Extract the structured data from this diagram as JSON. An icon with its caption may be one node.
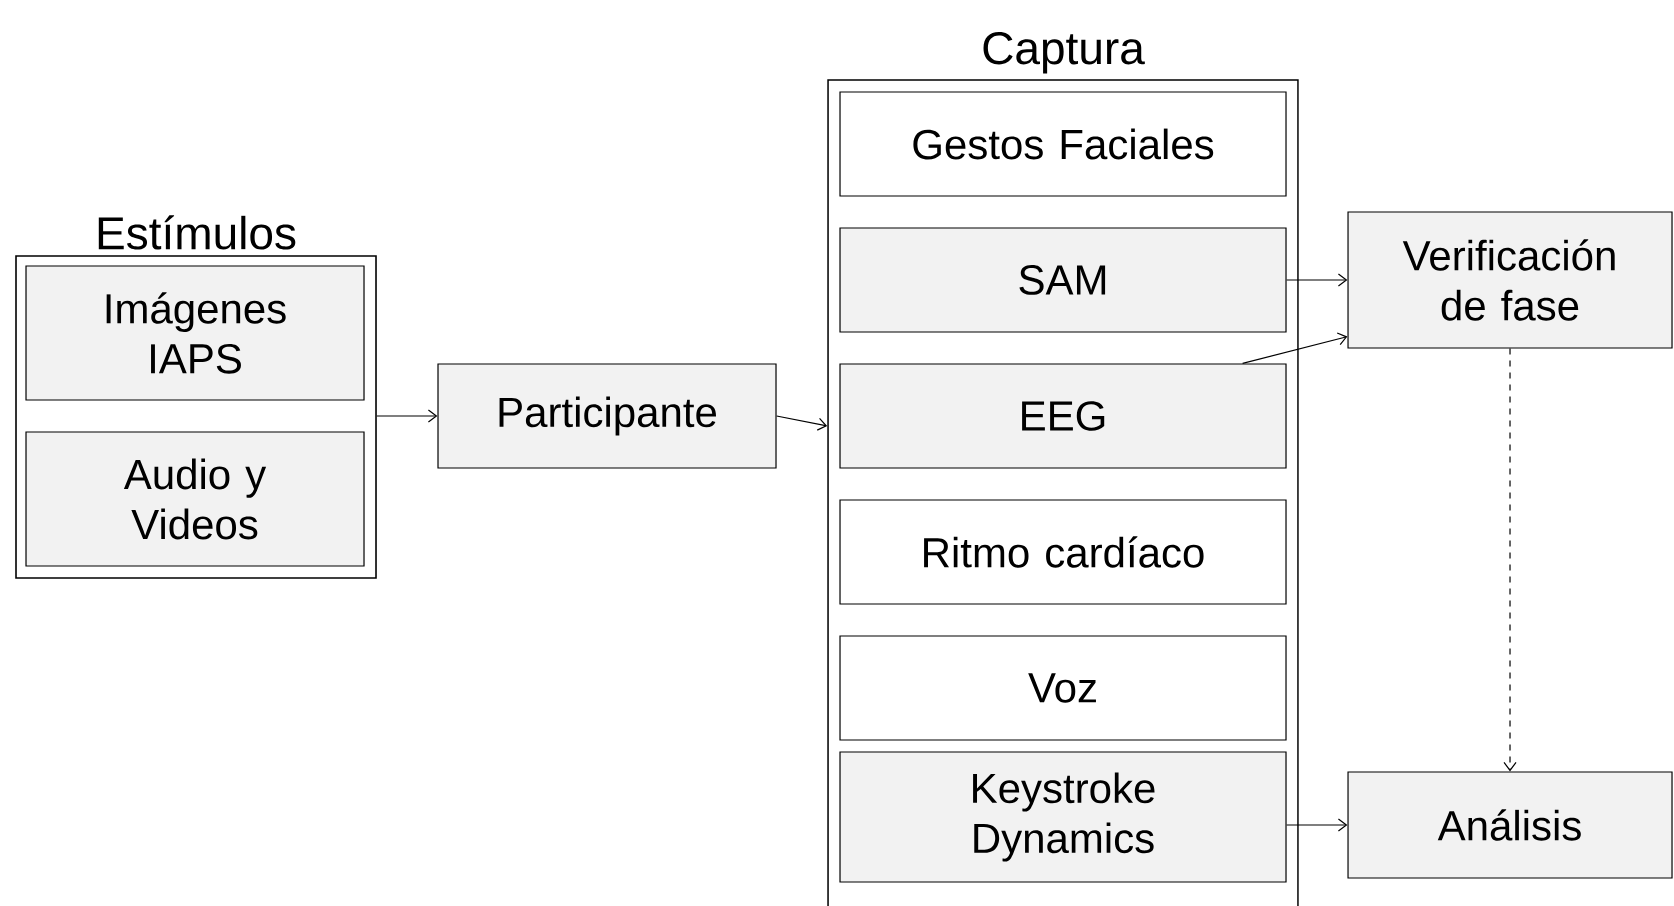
{
  "diagram": {
    "nodes": [
      {
        "text": [
          "Estímulos"
        ]
      },
      {
        "text": [
          "Imágenes IAPS"
        ],
        "in": 0
      },
      {
        "text": [
          "Audio y Videos"
        ],
        "in": 0
      },
      {
        "text": [
          "Participante"
        ]
      },
      {
        "text": [
          "Captura"
        ]
      },
      {
        "text": [
          "Gestos Faciales"
        ],
        "in": 4
      },
      {
        "text": [
          "SAM"
        ],
        "in": 4
      },
      {
        "text": [
          "EEG"
        ],
        "in": 4
      },
      {
        "text": [
          "Ritmo cardíaco"
        ],
        "in": 4
      },
      {
        "text": [
          "Voz"
        ],
        "in": 4
      },
      {
        "text": [
          "Keystroke Dynamics"
        ],
        "in": 4
      },
      {
        "text": [
          "Verificación de fase"
        ]
      },
      {
        "text": [
          "Análisis"
        ]
      }
    ],
    "edges": [
      {
        "from": 0,
        "to": 3,
        "arrow": "to"
      },
      {
        "from": 3,
        "to": 4,
        "arrow": "to"
      },
      {
        "from": 6,
        "to": 11,
        "arrow": "to"
      },
      {
        "from": 7,
        "to": 11,
        "arrow": "to"
      },
      {
        "from": 11,
        "to": 12,
        "arrow": "to",
        "style": "dashed"
      },
      {
        "from": 10,
        "to": 12,
        "arrow": "to"
      }
    ]
  }
}
